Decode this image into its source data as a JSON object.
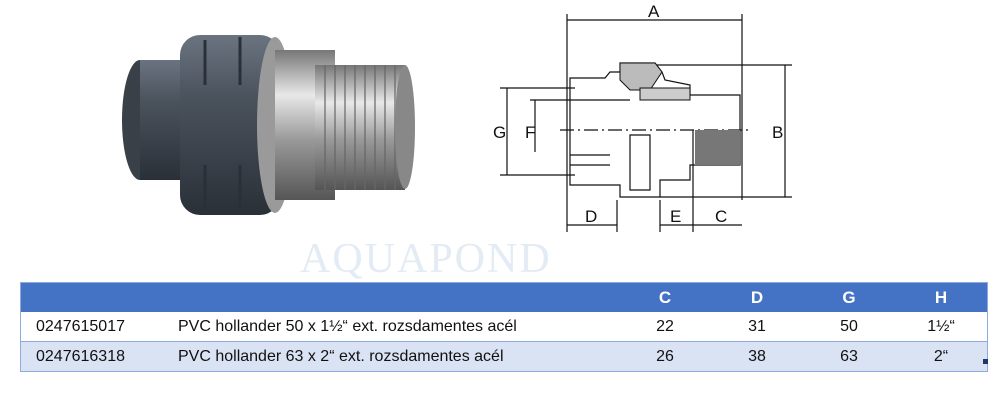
{
  "diagram": {
    "labels": {
      "A": "A",
      "B": "B",
      "C": "C",
      "D": "D",
      "E": "E",
      "F": "F",
      "G": "G"
    }
  },
  "watermark": "AQUAPOND",
  "table": {
    "headers": [
      "",
      "",
      "C",
      "D",
      "G",
      "H"
    ],
    "rows": [
      {
        "code": "0247615017",
        "description": "PVC hollander 50 x 1½“ ext. rozsdamentes acél",
        "C": "22",
        "D": "31",
        "G": "50",
        "H": "1½“"
      },
      {
        "code": "0247616318",
        "description": "PVC hollander 63 x 2“ ext. rozsdamentes acél",
        "C": "26",
        "D": "38",
        "G": "63",
        "H": "2“"
      }
    ]
  },
  "colors": {
    "header": "#4472c4",
    "row_alt": "#dae3f3"
  }
}
